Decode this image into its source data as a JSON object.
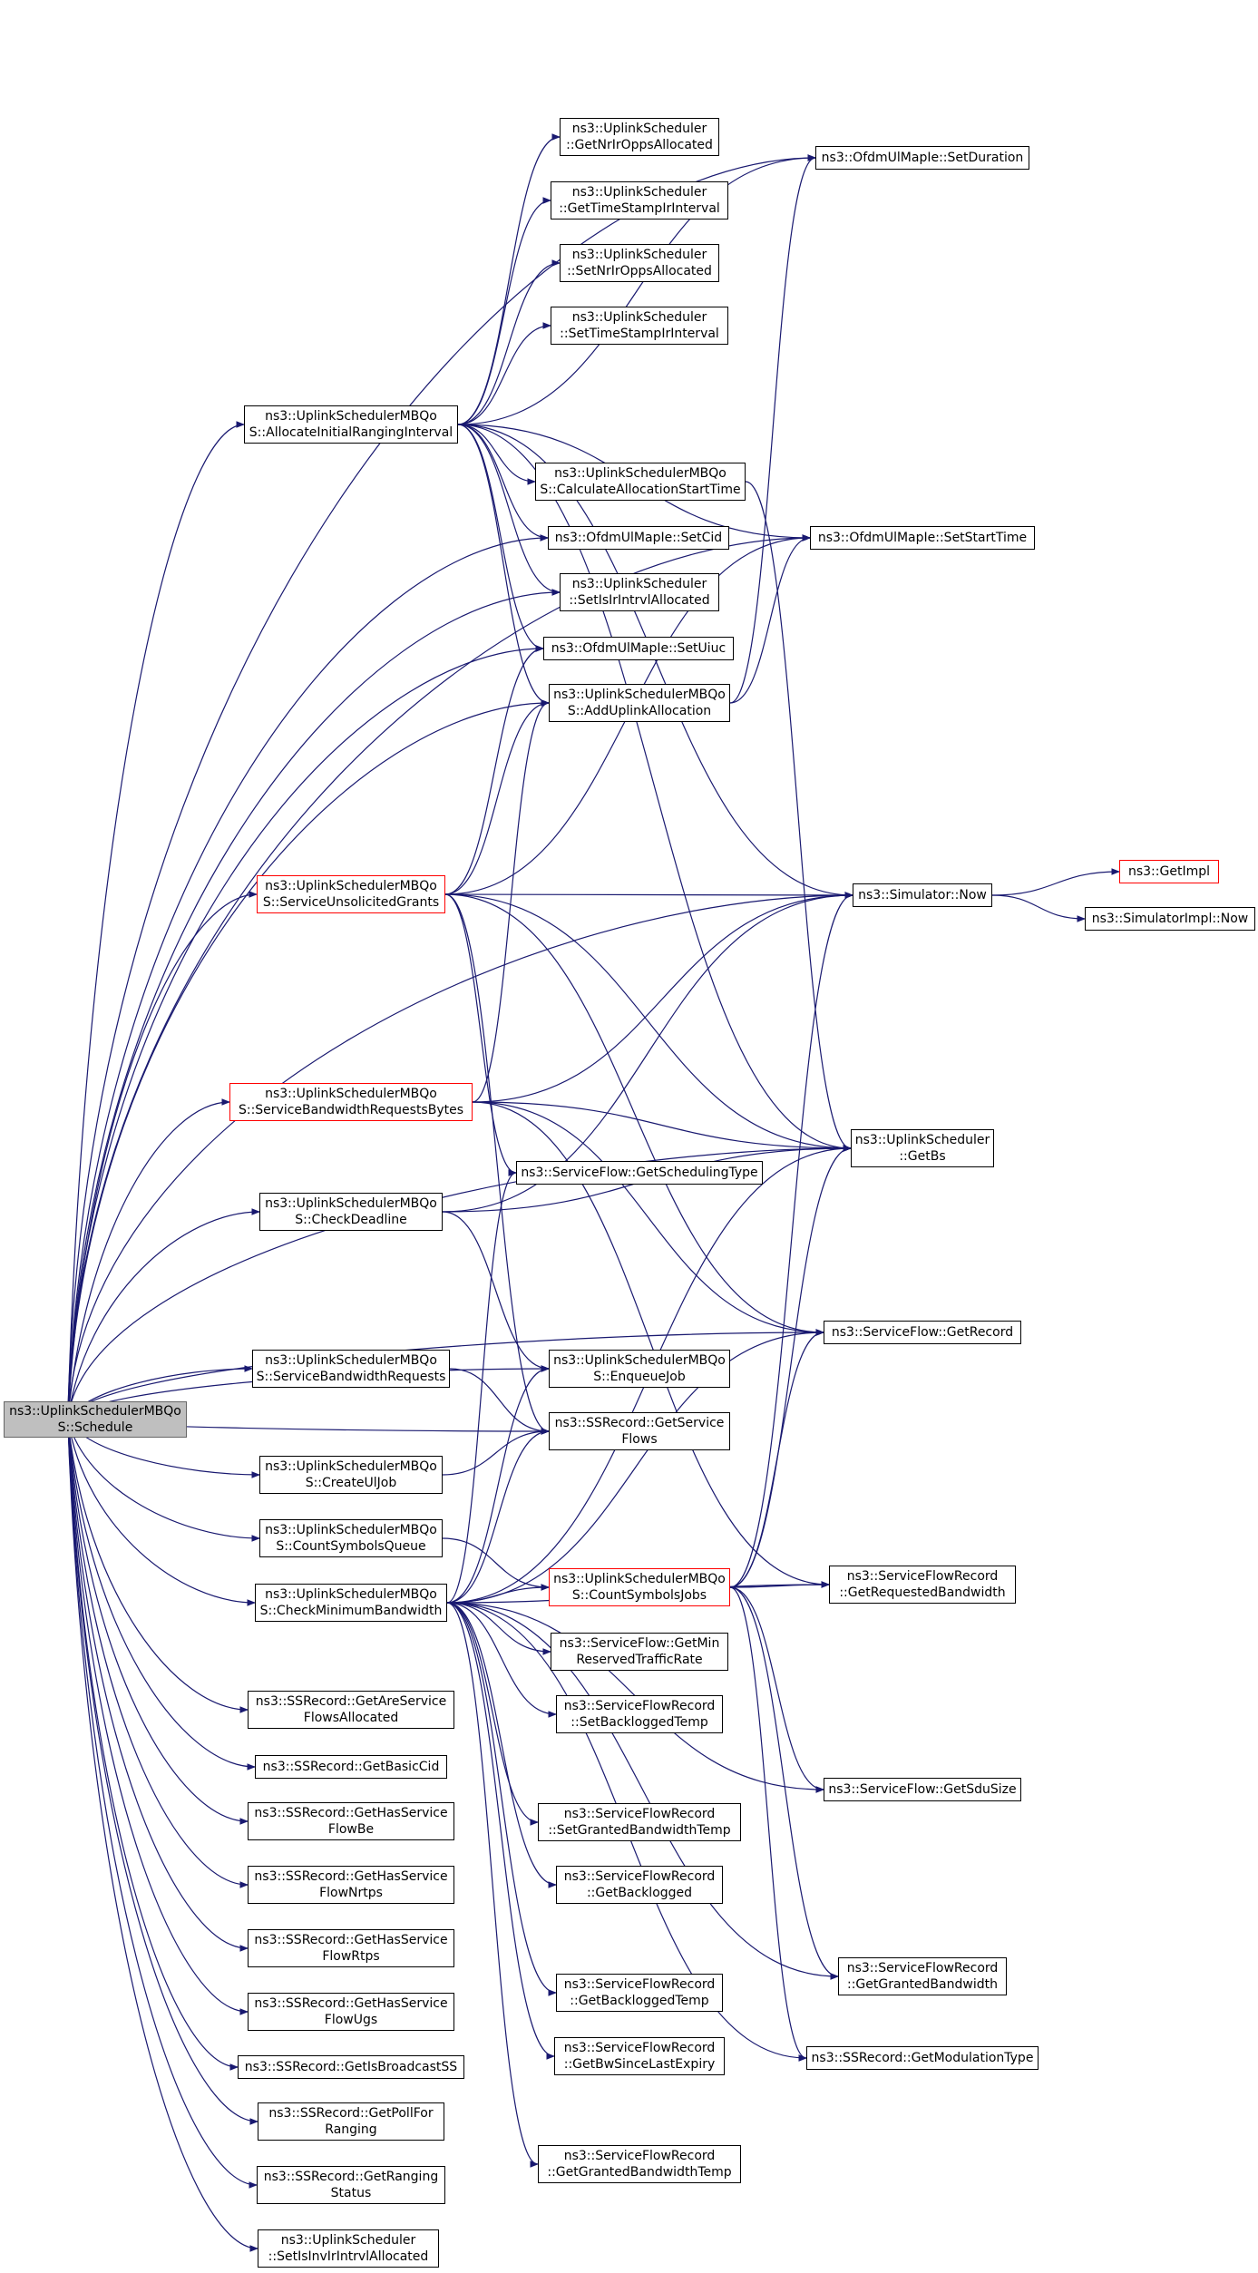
{
  "diagram": {
    "nodes": [
      {
        "id": "schedule",
        "label": "ns3::UplinkSchedulerMBQo\nS::Schedule",
        "style": "root"
      },
      {
        "id": "allocInitRanging",
        "label": "ns3::UplinkSchedulerMBQo\nS::AllocateInitialRangingInterval",
        "style": "normal"
      },
      {
        "id": "serviceUnsolicited",
        "label": "ns3::UplinkSchedulerMBQo\nS::ServiceUnsolicitedGrants",
        "style": "red"
      },
      {
        "id": "serviceBwReqBytes",
        "label": "ns3::UplinkSchedulerMBQo\nS::ServiceBandwidthRequestsBytes",
        "style": "red"
      },
      {
        "id": "checkDeadline",
        "label": "ns3::UplinkSchedulerMBQo\nS::CheckDeadline",
        "style": "normal"
      },
      {
        "id": "serviceBwReq",
        "label": "ns3::UplinkSchedulerMBQo\nS::ServiceBandwidthRequests",
        "style": "normal"
      },
      {
        "id": "createUlJob",
        "label": "ns3::UplinkSchedulerMBQo\nS::CreateUlJob",
        "style": "normal"
      },
      {
        "id": "countSymbolsQueue",
        "label": "ns3::UplinkSchedulerMBQo\nS::CountSymbolsQueue",
        "style": "normal"
      },
      {
        "id": "checkMinBw",
        "label": "ns3::UplinkSchedulerMBQo\nS::CheckMinimumBandwidth",
        "style": "normal"
      },
      {
        "id": "getAreServiceFlowsAllocated",
        "label": "ns3::SSRecord::GetAreService\nFlowsAllocated",
        "style": "normal"
      },
      {
        "id": "getBasicCid",
        "label": "ns3::SSRecord::GetBasicCid",
        "style": "normal"
      },
      {
        "id": "getHasServiceFlowBe",
        "label": "ns3::SSRecord::GetHasService\nFlowBe",
        "style": "normal"
      },
      {
        "id": "getHasServiceFlowNrtps",
        "label": "ns3::SSRecord::GetHasService\nFlowNrtps",
        "style": "normal"
      },
      {
        "id": "getHasServiceFlowRtps",
        "label": "ns3::SSRecord::GetHasService\nFlowRtps",
        "style": "normal"
      },
      {
        "id": "getHasServiceFlowUgs",
        "label": "ns3::SSRecord::GetHasService\nFlowUgs",
        "style": "normal"
      },
      {
        "id": "getIsBroadcastSS",
        "label": "ns3::SSRecord::GetIsBroadcastSS",
        "style": "normal"
      },
      {
        "id": "getPollForRanging",
        "label": "ns3::SSRecord::GetPollFor\nRanging",
        "style": "normal"
      },
      {
        "id": "getRangingStatus",
        "label": "ns3::SSRecord::GetRanging\nStatus",
        "style": "normal"
      },
      {
        "id": "setIsInvIrIntrvl",
        "label": "ns3::UplinkScheduler\n::SetIsInvIrIntrvlAllocated",
        "style": "normal"
      },
      {
        "id": "getNrIrOpps",
        "label": "ns3::UplinkScheduler\n::GetNrIrOppsAllocated",
        "style": "normal"
      },
      {
        "id": "getTimeStampIr",
        "label": "ns3::UplinkScheduler\n::GetTimeStampIrInterval",
        "style": "normal"
      },
      {
        "id": "setNrIrOpps",
        "label": "ns3::UplinkScheduler\n::SetNrIrOppsAllocated",
        "style": "normal"
      },
      {
        "id": "setTimeStampIr",
        "label": "ns3::UplinkScheduler\n::SetTimeStampIrInterval",
        "style": "normal"
      },
      {
        "id": "calcAllocStart",
        "label": "ns3::UplinkSchedulerMBQo\nS::CalculateAllocationStartTime",
        "style": "normal"
      },
      {
        "id": "setCid",
        "label": "ns3::OfdmUlMapIe::SetCid",
        "style": "normal"
      },
      {
        "id": "setIsIrIntrvl",
        "label": "ns3::UplinkScheduler\n::SetIsIrIntrvlAllocated",
        "style": "normal"
      },
      {
        "id": "setUiuc",
        "label": "ns3::OfdmUlMapIe::SetUiuc",
        "style": "normal"
      },
      {
        "id": "addUplinkAlloc",
        "label": "ns3::UplinkSchedulerMBQo\nS::AddUplinkAllocation",
        "style": "normal"
      },
      {
        "id": "getSchedulingType",
        "label": "ns3::ServiceFlow::GetSchedulingType",
        "style": "normal"
      },
      {
        "id": "enqueueJob",
        "label": "ns3::UplinkSchedulerMBQo\nS::EnqueueJob",
        "style": "normal"
      },
      {
        "id": "getServiceFlows",
        "label": "ns3::SSRecord::GetService\nFlows",
        "style": "normal"
      },
      {
        "id": "countSymbolsJobs",
        "label": "ns3::UplinkSchedulerMBQo\nS::CountSymbolsJobs",
        "style": "red"
      },
      {
        "id": "getMinReserved",
        "label": "ns3::ServiceFlow::GetMin\nReservedTrafficRate",
        "style": "normal"
      },
      {
        "id": "setBackloggedTemp",
        "label": "ns3::ServiceFlowRecord\n::SetBackloggedTemp",
        "style": "normal"
      },
      {
        "id": "setGrantedBwTemp",
        "label": "ns3::ServiceFlowRecord\n::SetGrantedBandwidthTemp",
        "style": "normal"
      },
      {
        "id": "getBacklogged",
        "label": "ns3::ServiceFlowRecord\n::GetBacklogged",
        "style": "normal"
      },
      {
        "id": "getBackloggedTemp",
        "label": "ns3::ServiceFlowRecord\n::GetBackloggedTemp",
        "style": "normal"
      },
      {
        "id": "getBwSinceLastExpiry",
        "label": "ns3::ServiceFlowRecord\n::GetBwSinceLastExpiry",
        "style": "normal"
      },
      {
        "id": "getGrantedBwTemp",
        "label": "ns3::ServiceFlowRecord\n::GetGrantedBandwidthTemp",
        "style": "normal"
      },
      {
        "id": "setDuration",
        "label": "ns3::OfdmUlMapIe::SetDuration",
        "style": "normal"
      },
      {
        "id": "setStartTime",
        "label": "ns3::OfdmUlMapIe::SetStartTime",
        "style": "normal"
      },
      {
        "id": "simNow",
        "label": "ns3::Simulator::Now",
        "style": "normal"
      },
      {
        "id": "getBs",
        "label": "ns3::UplinkScheduler\n::GetBs",
        "style": "normal"
      },
      {
        "id": "getRecord",
        "label": "ns3::ServiceFlow::GetRecord",
        "style": "normal"
      },
      {
        "id": "getRequestedBw",
        "label": "ns3::ServiceFlowRecord\n::GetRequestedBandwidth",
        "style": "normal"
      },
      {
        "id": "getSduSize",
        "label": "ns3::ServiceFlow::GetSduSize",
        "style": "normal"
      },
      {
        "id": "getGrantedBw",
        "label": "ns3::ServiceFlowRecord\n::GetGrantedBandwidth",
        "style": "normal"
      },
      {
        "id": "getModulationType",
        "label": "ns3::SSRecord::GetModulationType",
        "style": "normal"
      },
      {
        "id": "getImpl",
        "label": "ns3::GetImpl",
        "style": "red"
      },
      {
        "id": "simImplNow",
        "label": "ns3::SimulatorImpl::Now",
        "style": "normal"
      }
    ],
    "edges": [
      [
        "schedule",
        "allocInitRanging"
      ],
      [
        "schedule",
        "serviceUnsolicited"
      ],
      [
        "schedule",
        "serviceBwReqBytes"
      ],
      [
        "schedule",
        "checkDeadline"
      ],
      [
        "schedule",
        "serviceBwReq"
      ],
      [
        "schedule",
        "createUlJob"
      ],
      [
        "schedule",
        "countSymbolsQueue"
      ],
      [
        "schedule",
        "checkMinBw"
      ],
      [
        "schedule",
        "getAreServiceFlowsAllocated"
      ],
      [
        "schedule",
        "getBasicCid"
      ],
      [
        "schedule",
        "getHasServiceFlowBe"
      ],
      [
        "schedule",
        "getHasServiceFlowNrtps"
      ],
      [
        "schedule",
        "getHasServiceFlowRtps"
      ],
      [
        "schedule",
        "getHasServiceFlowUgs"
      ],
      [
        "schedule",
        "getIsBroadcastSS"
      ],
      [
        "schedule",
        "getPollForRanging"
      ],
      [
        "schedule",
        "getRangingStatus"
      ],
      [
        "schedule",
        "setIsInvIrIntrvl"
      ],
      [
        "schedule",
        "setDuration"
      ],
      [
        "schedule",
        "setStartTime"
      ],
      [
        "schedule",
        "setCid"
      ],
      [
        "schedule",
        "setIsIrIntrvl"
      ],
      [
        "schedule",
        "setUiuc"
      ],
      [
        "schedule",
        "addUplinkAlloc"
      ],
      [
        "schedule",
        "simNow"
      ],
      [
        "schedule",
        "getBs"
      ],
      [
        "schedule",
        "enqueueJob"
      ],
      [
        "schedule",
        "getServiceFlows"
      ],
      [
        "schedule",
        "getRecord"
      ],
      [
        "allocInitRanging",
        "getNrIrOpps"
      ],
      [
        "allocInitRanging",
        "getTimeStampIr"
      ],
      [
        "allocInitRanging",
        "setNrIrOpps"
      ],
      [
        "allocInitRanging",
        "setTimeStampIr"
      ],
      [
        "allocInitRanging",
        "calcAllocStart"
      ],
      [
        "allocInitRanging",
        "setCid"
      ],
      [
        "allocInitRanging",
        "setIsIrIntrvl"
      ],
      [
        "allocInitRanging",
        "setUiuc"
      ],
      [
        "allocInitRanging",
        "addUplinkAlloc"
      ],
      [
        "allocInitRanging",
        "setDuration"
      ],
      [
        "allocInitRanging",
        "setStartTime"
      ],
      [
        "allocInitRanging",
        "simNow"
      ],
      [
        "allocInitRanging",
        "getBs"
      ],
      [
        "calcAllocStart",
        "getBs"
      ],
      [
        "addUplinkAlloc",
        "setDuration"
      ],
      [
        "addUplinkAlloc",
        "setStartTime"
      ],
      [
        "serviceUnsolicited",
        "setUiuc"
      ],
      [
        "serviceUnsolicited",
        "addUplinkAlloc"
      ],
      [
        "serviceUnsolicited",
        "setStartTime"
      ],
      [
        "serviceUnsolicited",
        "simNow"
      ],
      [
        "serviceUnsolicited",
        "getBs"
      ],
      [
        "serviceUnsolicited",
        "getSchedulingType"
      ],
      [
        "serviceUnsolicited",
        "getServiceFlows"
      ],
      [
        "serviceUnsolicited",
        "getRecord"
      ],
      [
        "serviceBwReqBytes",
        "addUplinkAlloc"
      ],
      [
        "serviceBwReqBytes",
        "simNow"
      ],
      [
        "serviceBwReqBytes",
        "getBs"
      ],
      [
        "serviceBwReqBytes",
        "getRecord"
      ],
      [
        "serviceBwReqBytes",
        "getRequestedBw"
      ],
      [
        "checkDeadline",
        "simNow"
      ],
      [
        "checkDeadline",
        "getBs"
      ],
      [
        "checkDeadline",
        "enqueueJob"
      ],
      [
        "serviceBwReq",
        "getServiceFlows"
      ],
      [
        "createUlJob",
        "getServiceFlows"
      ],
      [
        "countSymbolsQueue",
        "countSymbolsJobs"
      ],
      [
        "checkMinBw",
        "countSymbolsJobs"
      ],
      [
        "checkMinBw",
        "getMinReserved"
      ],
      [
        "checkMinBw",
        "setBackloggedTemp"
      ],
      [
        "checkMinBw",
        "setGrantedBwTemp"
      ],
      [
        "checkMinBw",
        "getBacklogged"
      ],
      [
        "checkMinBw",
        "getBackloggedTemp"
      ],
      [
        "checkMinBw",
        "getBwSinceLastExpiry"
      ],
      [
        "checkMinBw",
        "getGrantedBwTemp"
      ],
      [
        "checkMinBw",
        "getSchedulingType"
      ],
      [
        "checkMinBw",
        "enqueueJob"
      ],
      [
        "checkMinBw",
        "getServiceFlows"
      ],
      [
        "checkMinBw",
        "getRecord"
      ],
      [
        "checkMinBw",
        "getBs"
      ],
      [
        "checkMinBw",
        "getRequestedBw"
      ],
      [
        "checkMinBw",
        "getSduSize"
      ],
      [
        "checkMinBw",
        "getGrantedBw"
      ],
      [
        "checkMinBw",
        "getModulationType"
      ],
      [
        "countSymbolsJobs",
        "simNow"
      ],
      [
        "countSymbolsJobs",
        "getBs"
      ],
      [
        "countSymbolsJobs",
        "getRecord"
      ],
      [
        "countSymbolsJobs",
        "getRequestedBw"
      ],
      [
        "countSymbolsJobs",
        "getSduSize"
      ],
      [
        "countSymbolsJobs",
        "getGrantedBw"
      ],
      [
        "countSymbolsJobs",
        "getModulationType"
      ],
      [
        "simNow",
        "getImpl"
      ],
      [
        "simNow",
        "simImplNow"
      ]
    ]
  }
}
